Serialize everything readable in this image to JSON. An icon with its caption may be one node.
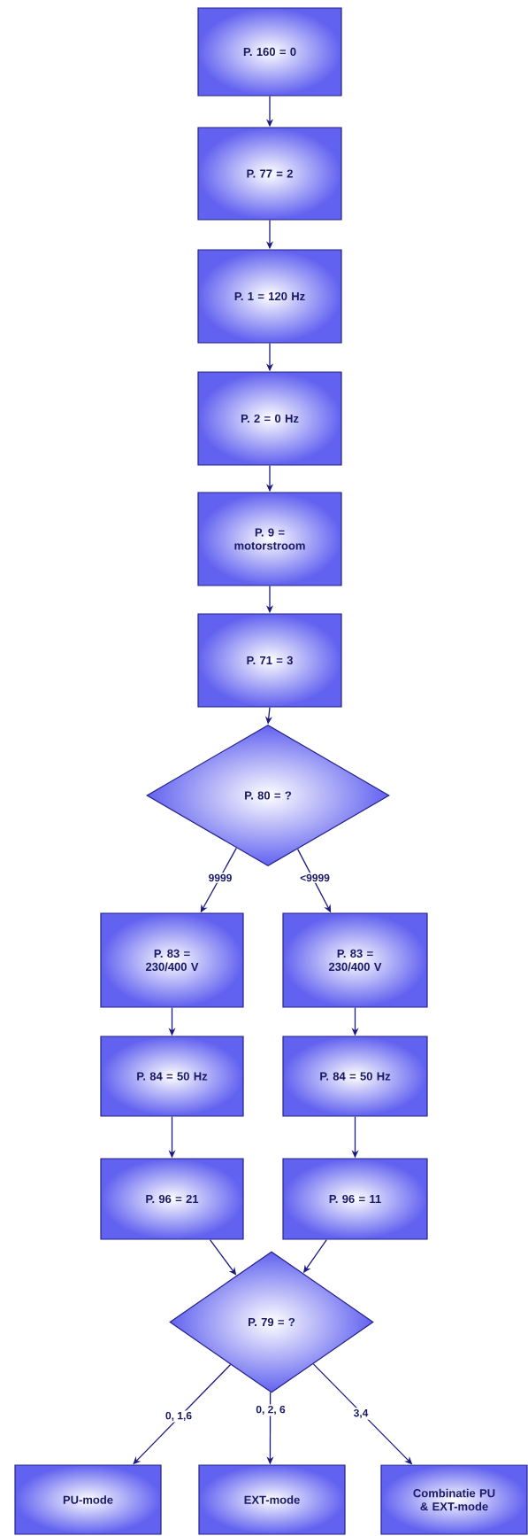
{
  "diagram": {
    "nodes": [
      {
        "text": [
          "P. 160 = 0"
        ]
      },
      {
        "text": [
          "P. 77 = 2"
        ]
      },
      {
        "text": [
          "P. 1 = 120 Hz"
        ]
      },
      {
        "text": [
          "P. 2 = 0 Hz"
        ]
      },
      {
        "text": [
          "P. 9 = motorstroom"
        ]
      },
      {
        "text": [
          "P. 71 = 3"
        ]
      },
      {
        "text": [
          "P. 80 = ?"
        ]
      },
      {
        "text": [
          "P. 83 = 230/400 V"
        ]
      },
      {
        "text": [
          "P. 83 = 230/400 V"
        ]
      },
      {
        "text": [
          "P. 84 = 50 Hz"
        ]
      },
      {
        "text": [
          "P. 84 = 50 Hz"
        ]
      },
      {
        "text": [
          "P. 96 = 21"
        ]
      },
      {
        "text": [
          "P. 96 = 11"
        ]
      },
      {
        "text": [
          "P. 79 = ?"
        ]
      },
      {
        "text": [
          "PU-mode"
        ]
      },
      {
        "text": [
          "EXT-mode"
        ]
      },
      {
        "text": [
          "Combinatie PU & EXT-mode"
        ]
      }
    ],
    "edges": [
      {
        "from": 0,
        "to": 1,
        "arrow": "to"
      },
      {
        "from": 1,
        "to": 2,
        "arrow": "to"
      },
      {
        "from": 2,
        "to": 3,
        "arrow": "to"
      },
      {
        "from": 3,
        "to": 4,
        "arrow": "to"
      },
      {
        "from": 4,
        "to": 5,
        "arrow": "to"
      },
      {
        "from": 5,
        "to": 6,
        "arrow": "to"
      },
      {
        "from": 6,
        "to": 7,
        "arrow": "to",
        "label": "9999"
      },
      {
        "from": 6,
        "to": 8,
        "arrow": "to",
        "label": "<9999"
      },
      {
        "from": 7,
        "to": 9,
        "arrow": "to"
      },
      {
        "from": 9,
        "to": 11,
        "arrow": "to"
      },
      {
        "from": 8,
        "to": 10,
        "arrow": "to"
      },
      {
        "from": 10,
        "to": 12,
        "arrow": "to"
      },
      {
        "from": 11,
        "to": 13,
        "arrow": "to"
      },
      {
        "from": 12,
        "to": 13,
        "arrow": "to"
      },
      {
        "from": 13,
        "to": 14,
        "arrow": "to",
        "label": "0, 1,6"
      },
      {
        "from": 13,
        "to": 15,
        "arrow": "to",
        "label": "0, 2, 6"
      },
      {
        "from": 13,
        "to": 16,
        "arrow": "to",
        "label": "3,4"
      }
    ]
  }
}
